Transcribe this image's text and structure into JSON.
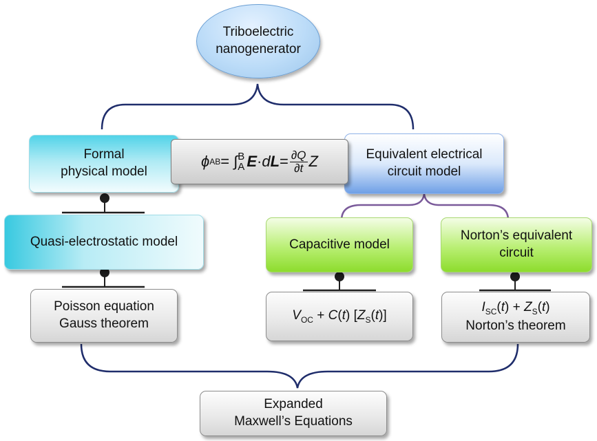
{
  "nodes": {
    "teng": {
      "line1": "Triboelectric",
      "line2": "nanogenerator"
    },
    "formal": {
      "line1": "Formal",
      "line2": "physical model"
    },
    "equivalent": {
      "line1": "Equivalent electrical",
      "line2": "circuit model"
    },
    "quasi": {
      "label": "Quasi-electrostatic model"
    },
    "capacitive": {
      "label": "Capacitive model"
    },
    "norton": {
      "line1": "Norton’s equivalent",
      "line2": "circuit"
    },
    "poisson": {
      "line1": "Poisson equation",
      "line2": "Gauss theorem"
    },
    "capacitive_eq": {
      "v": "V",
      "v_sub": "OC",
      "plus": " + ",
      "c": "C",
      "t1": "(",
      "t_var": "t",
      "t2": ") [",
      "z": "Z",
      "z_sub": "S",
      "z_args": "(",
      "t_var2": "t",
      "z_close": ")]"
    },
    "norton_eq": {
      "i": "I",
      "i_sub": "SC",
      "open1": "(",
      "t1": "t",
      "mid": ") + ",
      "z": "Z",
      "z_sub": "S",
      "open2": "(",
      "t2": "t",
      "close": ")",
      "line2": "Norton’s theorem"
    },
    "expanded": {
      "line1": "Expanded",
      "line2": "Maxwell’s Equations"
    }
  },
  "formula": {
    "phi": "ϕ",
    "phi_sub": "AB",
    "eq1": " = ∫",
    "upper": "B",
    "lower": "A",
    "E": "E",
    "dot": "·",
    "d": "d",
    "L": "L",
    "eq2": " = ",
    "num": "∂Q",
    "den": "∂t",
    "Z": "Z"
  },
  "colors": {
    "navy_connector": "#1f2d6b",
    "purple_connector": "#7a5a9a",
    "pin": "#1e1e1e"
  }
}
